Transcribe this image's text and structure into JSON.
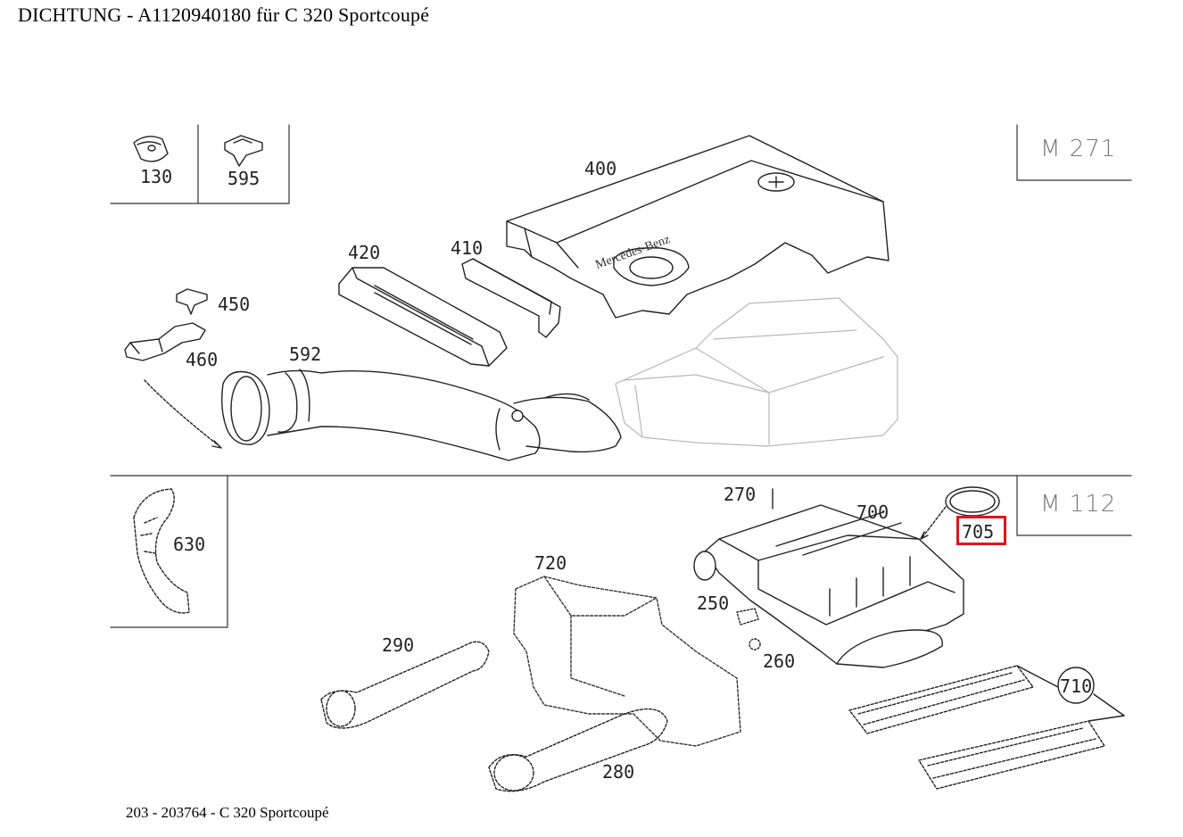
{
  "page": {
    "title": "DICHTUNG  - A1120940180 für C 320 Sportcoupé",
    "footer": "203 - 203764 - C 320 Sportcoupé"
  },
  "diagram": {
    "engine_labels": [
      "M 271",
      "M 112"
    ],
    "brand_text": "Mercedes-Benz",
    "highlight_color": "#e0141e",
    "highlighted_part": "705",
    "part_numbers": {
      "p130": "130",
      "p595": "595",
      "p400": "400",
      "p420": "420",
      "p410": "410",
      "p450": "450",
      "p460": "460",
      "p592": "592",
      "p630": "630",
      "p270": "270",
      "p700": "700",
      "p705": "705",
      "p720": "720",
      "p250": "250",
      "p290": "290",
      "p260": "260",
      "p710": "710",
      "p280": "280"
    }
  }
}
